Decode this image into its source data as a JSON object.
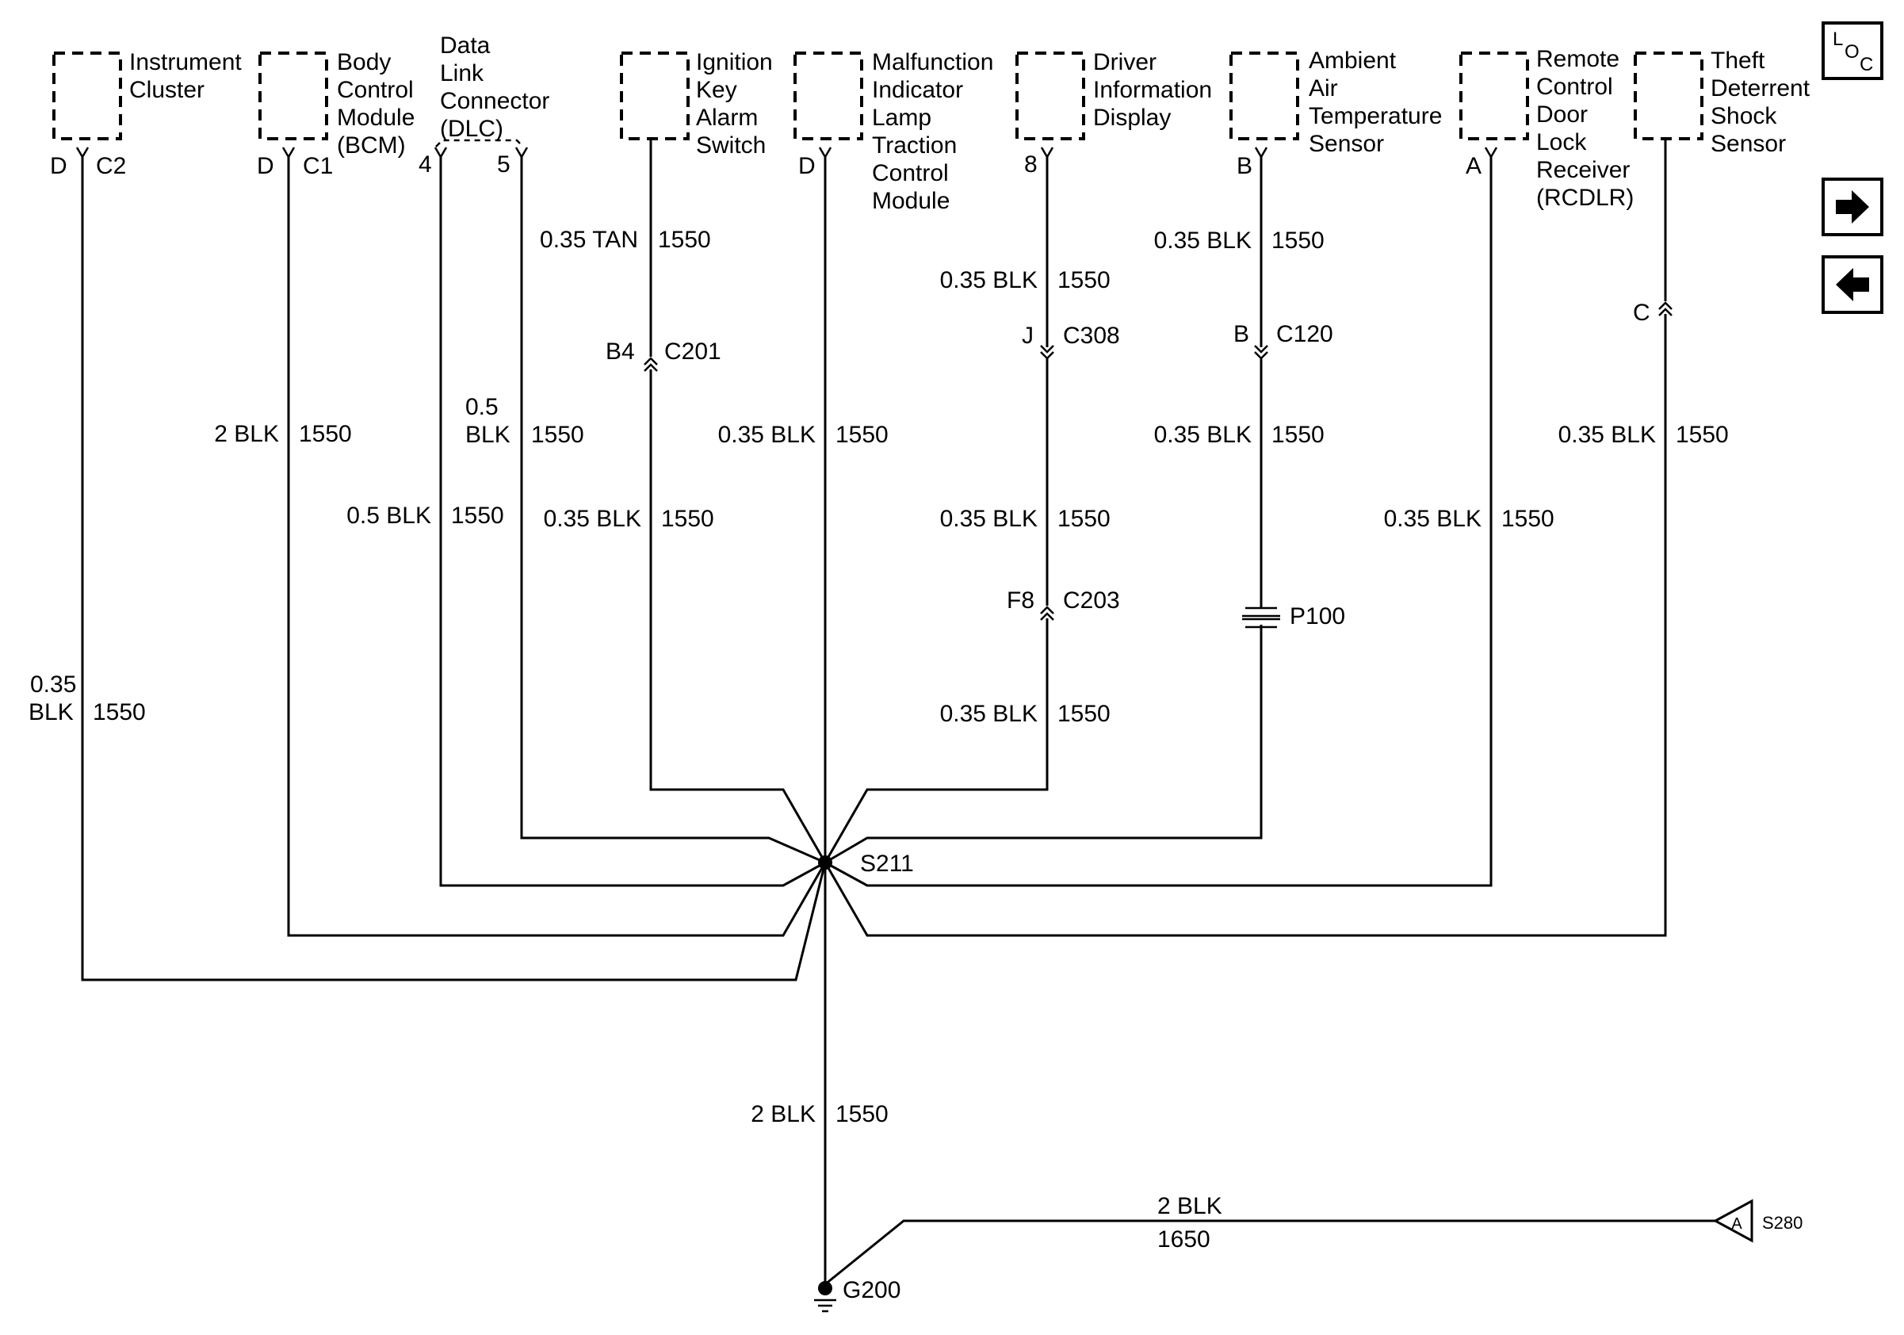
{
  "components": {
    "instrument_cluster": [
      "Instrument",
      "Cluster"
    ],
    "bcm": [
      "Body",
      "Control",
      "Module",
      "(BCM)"
    ],
    "dlc": [
      "Data",
      "Link",
      "Connector",
      "(DLC)"
    ],
    "ignition_key": [
      "Ignition",
      "Key",
      "Alarm",
      "Switch"
    ],
    "mil_tcm": [
      "Malfunction",
      "Indicator",
      "Lamp",
      "Traction",
      "Control",
      "Module"
    ],
    "dic": [
      "Driver",
      "Information",
      "Display"
    ],
    "ambient": [
      "Ambient",
      "Air",
      "Temperature",
      "Sensor"
    ],
    "rcdlr": [
      "Remote",
      "Control",
      "Door",
      "Lock",
      "Receiver",
      "(RCDLR)"
    ],
    "theft": [
      "Theft",
      "Deterrent",
      "Shock",
      "Sensor"
    ]
  },
  "pins": {
    "ic_pin": "D",
    "ic_conn": "C2",
    "bcm_pin": "D",
    "bcm_conn": "C1",
    "dlc_pin4": "4",
    "dlc_pin5": "5",
    "mil_pin": "D",
    "dic_pin": "8",
    "amb_pin": "B",
    "rcdlr_pin": "A"
  },
  "connectors": {
    "c201_pin": "B4",
    "c201": "C201",
    "c308_pin": "J",
    "c308": "C308",
    "c203_pin": "F8",
    "c203": "C203",
    "c120_pin": "B",
    "c120": "C120",
    "theft_pin": "C",
    "p100": "P100"
  },
  "wires": {
    "w_035_tan": "0.35 TAN",
    "w_035_blk": "0.35 BLK",
    "w_035": "0.35",
    "w_05": "0.5",
    "w_05_blk": "0.5 BLK",
    "w_2_blk": "2 BLK",
    "blk": "BLK",
    "circuit": "1550",
    "circuit_s280": "1650"
  },
  "splice": "S211",
  "ground": "G200",
  "offpage": {
    "letter": "A",
    "ref": "S280"
  },
  "nav": {
    "loc_l": "L",
    "loc_o": "O",
    "loc_c": "C",
    "next_icon": "arrow-right-icon",
    "prev_icon": "arrow-left-icon"
  }
}
